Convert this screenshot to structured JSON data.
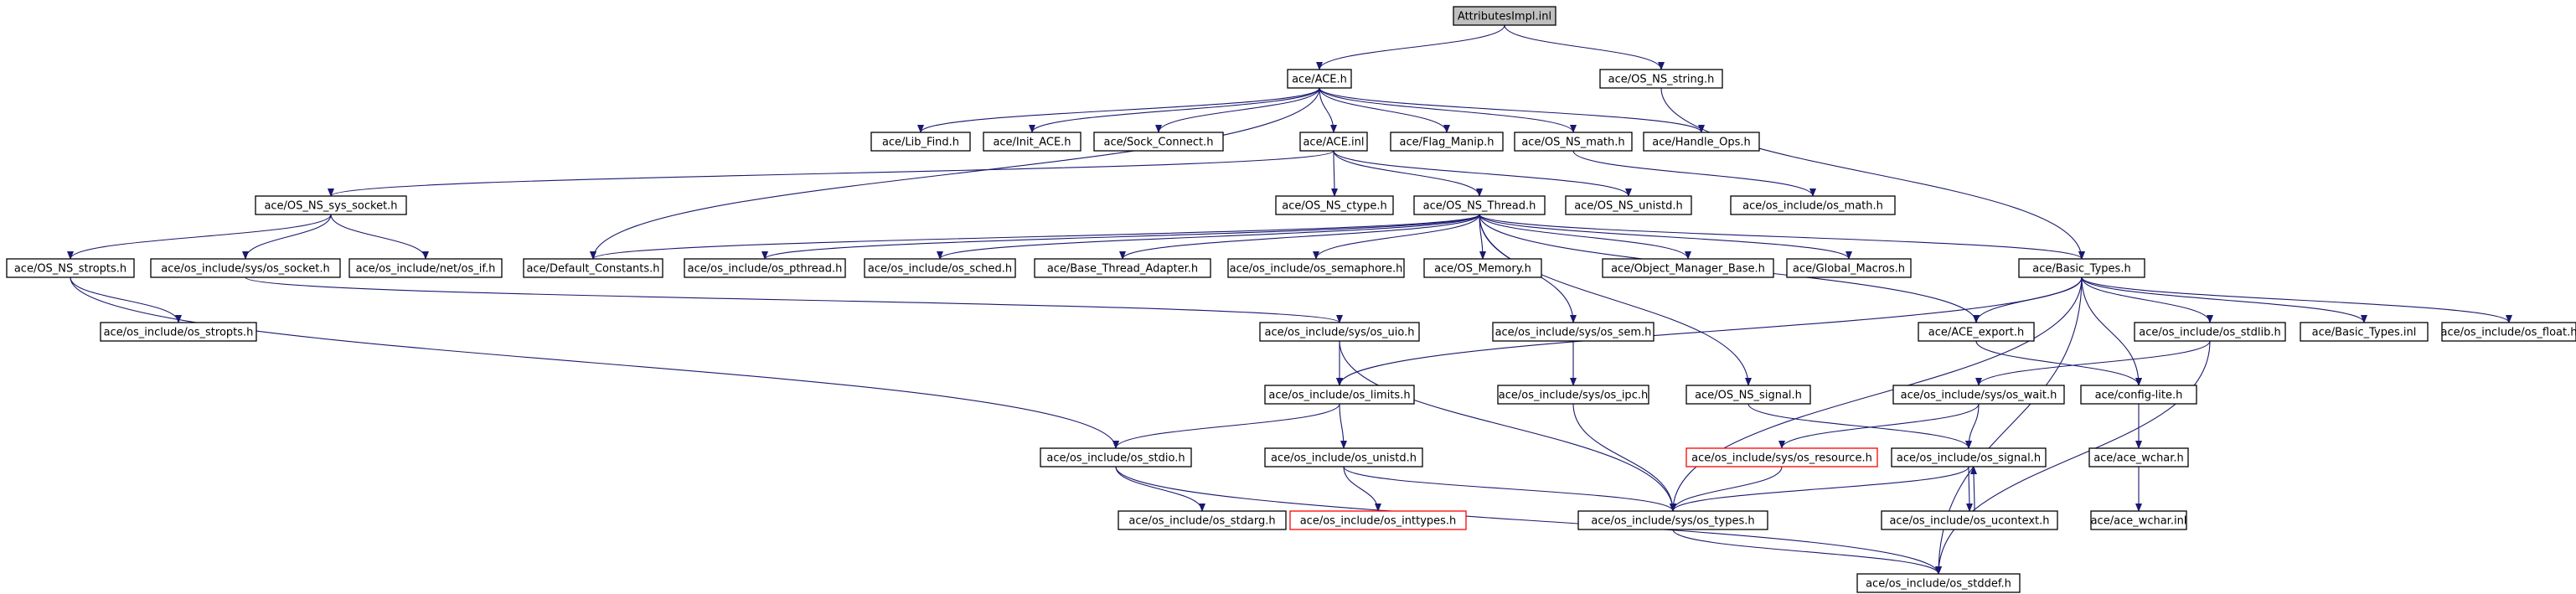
{
  "nodes": [
    {
      "id": "attr",
      "label": "AttributesImpl.inl",
      "style": "root"
    },
    {
      "id": "ace_h",
      "label": "ace/ACE.h"
    },
    {
      "id": "ns_string",
      "label": "ace/OS_NS_string.h"
    },
    {
      "id": "lib_find",
      "label": "ace/Lib_Find.h"
    },
    {
      "id": "init_ace",
      "label": "ace/Init_ACE.h"
    },
    {
      "id": "sock_connect",
      "label": "ace/Sock_Connect.h"
    },
    {
      "id": "ace_inl",
      "label": "ace/ACE.inl"
    },
    {
      "id": "flag_manip",
      "label": "ace/Flag_Manip.h"
    },
    {
      "id": "ns_math",
      "label": "ace/OS_NS_math.h"
    },
    {
      "id": "handle_ops",
      "label": "ace/Handle_Ops.h"
    },
    {
      "id": "ns_sys_socket",
      "label": "ace/OS_NS_sys_socket.h"
    },
    {
      "id": "ns_ctype",
      "label": "ace/OS_NS_ctype.h"
    },
    {
      "id": "ns_thread",
      "label": "ace/OS_NS_Thread.h"
    },
    {
      "id": "ns_unistd",
      "label": "ace/OS_NS_unistd.h"
    },
    {
      "id": "os_math",
      "label": "ace/os_include/os_math.h"
    },
    {
      "id": "ns_stropts",
      "label": "ace/OS_NS_stropts.h"
    },
    {
      "id": "sys_os_socket",
      "label": "ace/os_include/sys/os_socket.h"
    },
    {
      "id": "net_os_if",
      "label": "ace/os_include/net/os_if.h"
    },
    {
      "id": "default_constants",
      "label": "ace/Default_Constants.h"
    },
    {
      "id": "os_pthread",
      "label": "ace/os_include/os_pthread.h"
    },
    {
      "id": "os_sched",
      "label": "ace/os_include/os_sched.h"
    },
    {
      "id": "base_thread_adapter",
      "label": "ace/Base_Thread_Adapter.h"
    },
    {
      "id": "os_semaphore",
      "label": "ace/os_include/os_semaphore.h"
    },
    {
      "id": "os_memory",
      "label": "ace/OS_Memory.h"
    },
    {
      "id": "object_manager_base",
      "label": "ace/Object_Manager_Base.h"
    },
    {
      "id": "global_macros",
      "label": "ace/Global_Macros.h"
    },
    {
      "id": "basic_types",
      "label": "ace/Basic_Types.h"
    },
    {
      "id": "os_stropts",
      "label": "ace/os_include/os_stropts.h"
    },
    {
      "id": "sys_os_uio",
      "label": "ace/os_include/sys/os_uio.h"
    },
    {
      "id": "sys_os_sem",
      "label": "ace/os_include/sys/os_sem.h"
    },
    {
      "id": "ace_export",
      "label": "ace/ACE_export.h"
    },
    {
      "id": "os_stdlib",
      "label": "ace/os_include/os_stdlib.h"
    },
    {
      "id": "basic_types_inl",
      "label": "ace/Basic_Types.inl"
    },
    {
      "id": "os_float",
      "label": "ace/os_include/os_float.h"
    },
    {
      "id": "os_limits",
      "label": "ace/os_include/os_limits.h"
    },
    {
      "id": "sys_os_ipc",
      "label": "ace/os_include/sys/os_ipc.h"
    },
    {
      "id": "ns_signal",
      "label": "ace/OS_NS_signal.h"
    },
    {
      "id": "sys_os_wait",
      "label": "ace/os_include/sys/os_wait.h"
    },
    {
      "id": "config_lite",
      "label": "ace/config-lite.h"
    },
    {
      "id": "os_stdio",
      "label": "ace/os_include/os_stdio.h"
    },
    {
      "id": "os_unistd",
      "label": "ace/os_include/os_unistd.h"
    },
    {
      "id": "sys_os_resource",
      "label": "ace/os_include/sys/os_resource.h",
      "style": "missing"
    },
    {
      "id": "os_signal",
      "label": "ace/os_include/os_signal.h"
    },
    {
      "id": "ace_wchar",
      "label": "ace/ace_wchar.h"
    },
    {
      "id": "os_stdarg",
      "label": "ace/os_include/os_stdarg.h"
    },
    {
      "id": "os_inttypes",
      "label": "ace/os_include/os_inttypes.h",
      "style": "missing"
    },
    {
      "id": "sys_os_types",
      "label": "ace/os_include/sys/os_types.h"
    },
    {
      "id": "os_ucontext",
      "label": "ace/os_include/os_ucontext.h"
    },
    {
      "id": "ace_wchar_inl",
      "label": "ace/ace_wchar.inl"
    },
    {
      "id": "os_stddef",
      "label": "ace/os_include/os_stddef.h"
    }
  ],
  "edges": [
    [
      "attr",
      "ace_h"
    ],
    [
      "attr",
      "ns_string"
    ],
    [
      "ace_h",
      "lib_find"
    ],
    [
      "ace_h",
      "init_ace"
    ],
    [
      "ace_h",
      "sock_connect"
    ],
    [
      "ace_h",
      "ace_inl"
    ],
    [
      "ace_h",
      "flag_manip"
    ],
    [
      "ace_h",
      "ns_math"
    ],
    [
      "ace_h",
      "handle_ops"
    ],
    [
      "ace_h",
      "default_constants"
    ],
    [
      "ns_string",
      "basic_types"
    ],
    [
      "ace_inl",
      "ns_sys_socket"
    ],
    [
      "ace_inl",
      "ns_ctype"
    ],
    [
      "ace_inl",
      "ns_thread"
    ],
    [
      "ace_inl",
      "ns_unistd"
    ],
    [
      "ns_math",
      "os_math"
    ],
    [
      "ns_sys_socket",
      "ns_stropts"
    ],
    [
      "ns_sys_socket",
      "sys_os_socket"
    ],
    [
      "ns_sys_socket",
      "net_os_if"
    ],
    [
      "ns_thread",
      "default_constants"
    ],
    [
      "ns_thread",
      "os_pthread"
    ],
    [
      "ns_thread",
      "os_sched"
    ],
    [
      "ns_thread",
      "base_thread_adapter"
    ],
    [
      "ns_thread",
      "os_semaphore"
    ],
    [
      "ns_thread",
      "os_memory"
    ],
    [
      "ns_thread",
      "object_manager_base"
    ],
    [
      "ns_thread",
      "global_macros"
    ],
    [
      "ns_thread",
      "basic_types"
    ],
    [
      "ns_thread",
      "sys_os_sem"
    ],
    [
      "ns_thread",
      "ace_export"
    ],
    [
      "ns_thread",
      "ns_signal"
    ],
    [
      "ns_stropts",
      "os_stropts"
    ],
    [
      "ns_stropts",
      "os_stdio"
    ],
    [
      "sys_os_socket",
      "sys_os_uio"
    ],
    [
      "basic_types",
      "ace_export"
    ],
    [
      "basic_types",
      "os_stdlib"
    ],
    [
      "basic_types",
      "basic_types_inl"
    ],
    [
      "basic_types",
      "os_float"
    ],
    [
      "basic_types",
      "config_lite"
    ],
    [
      "basic_types",
      "os_limits"
    ],
    [
      "basic_types",
      "sys_os_types"
    ],
    [
      "basic_types",
      "os_stddef"
    ],
    [
      "sys_os_uio",
      "os_limits"
    ],
    [
      "sys_os_uio",
      "sys_os_types"
    ],
    [
      "sys_os_sem",
      "sys_os_ipc"
    ],
    [
      "ace_export",
      "config_lite"
    ],
    [
      "os_stdlib",
      "sys_os_wait"
    ],
    [
      "os_stdlib",
      "os_stddef"
    ],
    [
      "os_limits",
      "os_stdio"
    ],
    [
      "os_limits",
      "os_unistd"
    ],
    [
      "sys_os_ipc",
      "sys_os_types"
    ],
    [
      "ns_signal",
      "os_signal"
    ],
    [
      "sys_os_wait",
      "sys_os_resource"
    ],
    [
      "sys_os_wait",
      "os_signal"
    ],
    [
      "config_lite",
      "ace_wchar"
    ],
    [
      "os_stdio",
      "os_stdarg"
    ],
    [
      "os_stdio",
      "os_stddef"
    ],
    [
      "os_unistd",
      "os_inttypes"
    ],
    [
      "os_unistd",
      "sys_os_types"
    ],
    [
      "sys_os_resource",
      "sys_os_types"
    ],
    [
      "os_signal",
      "sys_os_types"
    ],
    [
      "os_signal",
      "os_ucontext"
    ],
    [
      "os_ucontext",
      "os_signal"
    ],
    [
      "ace_wchar",
      "ace_wchar_inl"
    ],
    [
      "sys_os_types",
      "os_stddef"
    ]
  ]
}
